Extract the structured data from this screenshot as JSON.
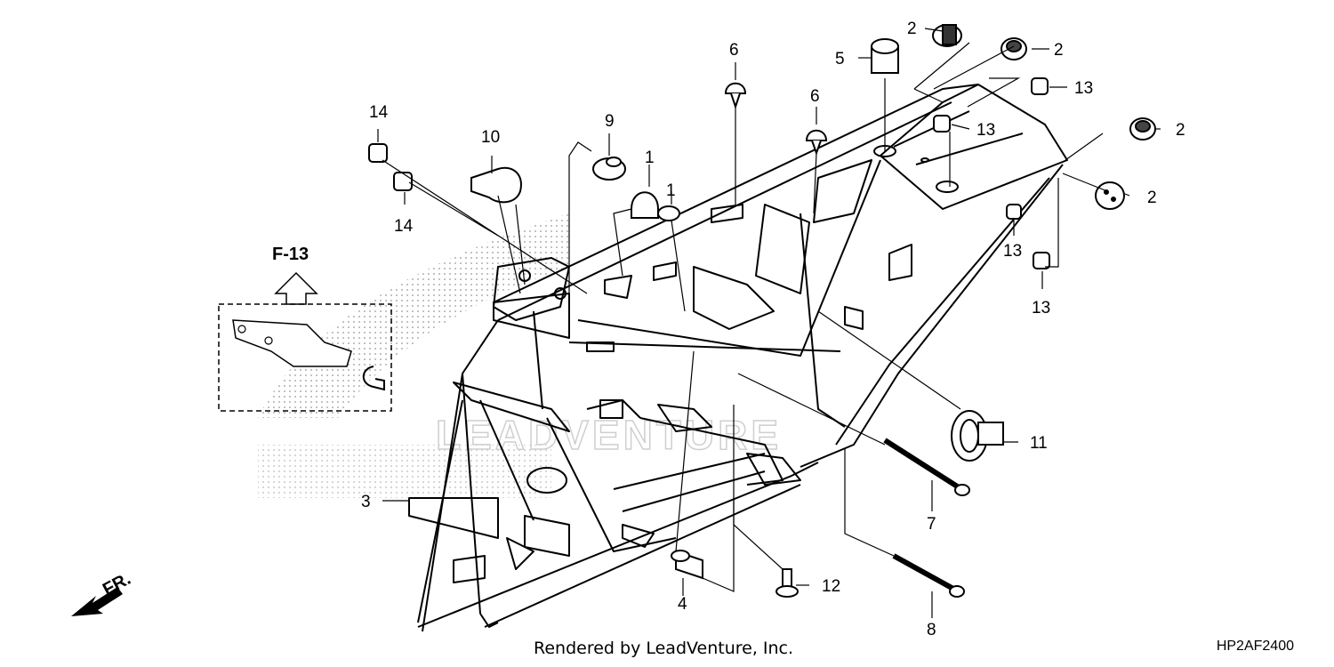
{
  "callouts": {
    "c1a": "1",
    "c1b": "1",
    "c2a": "2",
    "c2b": "2",
    "c2c": "2",
    "c2d": "2",
    "c3": "3",
    "c4": "4",
    "c5": "5",
    "c6a": "6",
    "c6b": "6",
    "c7": "7",
    "c8": "8",
    "c9": "9",
    "c10": "10",
    "c11": "11",
    "c12": "12",
    "c13a": "13",
    "c13b": "13",
    "c13c": "13",
    "c13d": "13",
    "c14a": "14",
    "c14b": "14"
  },
  "reference": {
    "label": "F-13"
  },
  "direction": {
    "label": "FR."
  },
  "watermark": {
    "text": "LEADVENTURE"
  },
  "footer": {
    "credit": "Rendered by LeadVenture, Inc.",
    "code": "HP2AF2400"
  }
}
